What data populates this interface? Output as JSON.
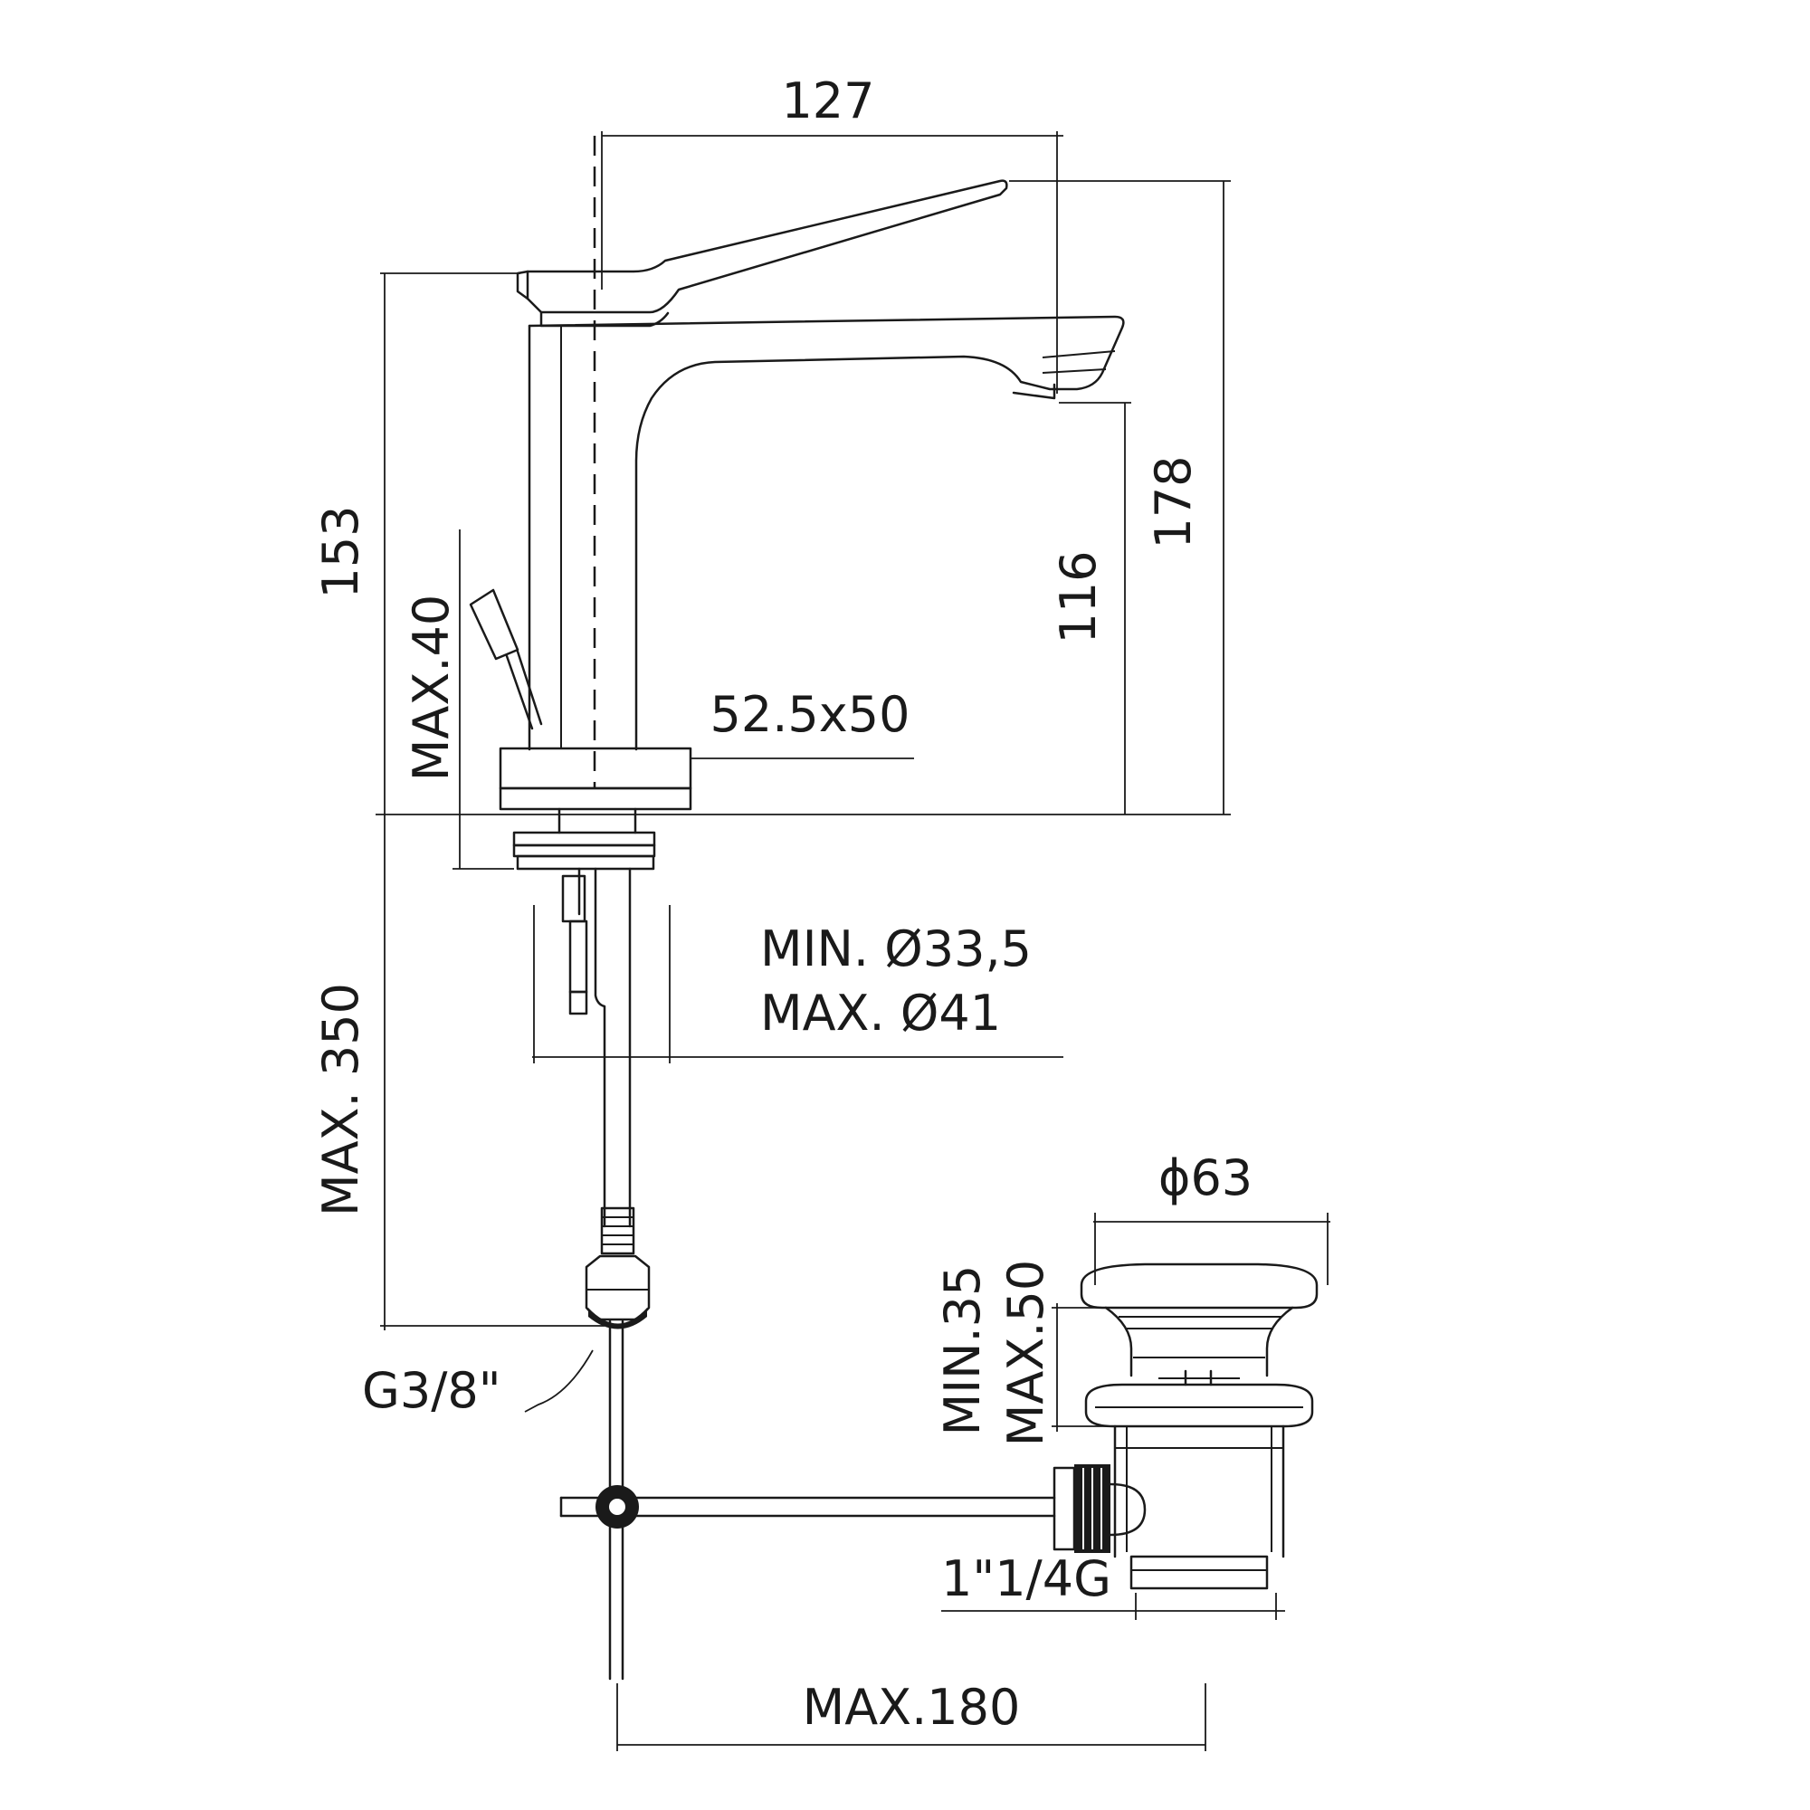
{
  "drawing": {
    "dimensions": {
      "top_width": "127",
      "total_height": "178",
      "body_height": "153",
      "spout_height": "116",
      "base_size": "52.5x50",
      "max_thickness": "MAX.40",
      "hole_min": "MIN. Ø33,5",
      "hole_max": "MAX. Ø41",
      "hose_length": "MAX. 350",
      "hose_thread": "G3/8\"",
      "waste_diameter": "ϕ63",
      "waste_min": "MIN.35",
      "waste_max": "MAX.50",
      "waste_thread": "1\"1/4G",
      "rod_length": "MAX.180"
    }
  }
}
